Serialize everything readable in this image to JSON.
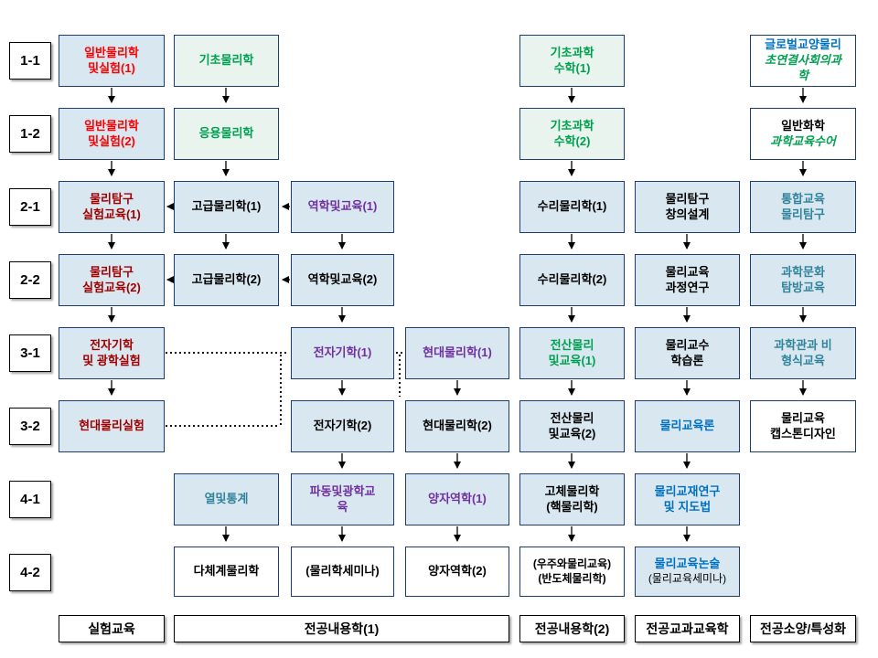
{
  "palette": {
    "box_fill_blue": "#d9e7f0",
    "box_fill_green": "#e9f4ee",
    "box_border": "#1c3d6e",
    "text_red": "#ff0000",
    "text_dark_red": "#a00000",
    "text_green": "#00a050",
    "text_purple": "#7030a0",
    "text_teal": "#31849b",
    "text_blue": "#0070c0"
  },
  "semesters": [
    "1-1",
    "1-2",
    "2-1",
    "2-2",
    "3-1",
    "3-2",
    "4-1",
    "4-2"
  ],
  "courses": {
    "general_physics_lab_1": "일반물리학\n및실험(1)",
    "general_physics_lab_2": "일반물리학\n및실험(2)",
    "physics_inquiry_exp_edu_1": "물리탐구\n실험교육(1)",
    "physics_inquiry_exp_edu_2": "물리탐구\n실험교육(2)",
    "em_optics_lab": "전자기학\n및 광학실험",
    "modern_physics_lab": "현대물리실험",
    "basic_physics": "기초물리학",
    "applied_physics": "응용물리학",
    "advanced_physics_1": "고급물리학(1)",
    "advanced_physics_2": "고급물리학(2)",
    "thermal_statistics": "열및통계",
    "many_body_physics": "다체계물리학",
    "mechanics_edu_1": "역학및교육(1)",
    "mechanics_edu_2": "역학및교육(2)",
    "electromagnetism_1": "전자기학(1)",
    "electromagnetism_2": "전자기학(2)",
    "wave_optics_edu": "파동및광학교\n육",
    "physics_seminar": "(물리학세미나)",
    "modern_physics_1": "현대물리학(1)",
    "modern_physics_2": "현대물리학(2)",
    "quantum_mechanics_1": "양자역학(1)",
    "quantum_mechanics_2": "양자역학(2)",
    "basic_science_math_1": "기초과학\n수학(1)",
    "basic_science_math_2": "기초과학\n수학(2)",
    "math_physics_1": "수리물리학(1)",
    "math_physics_2": "수리물리학(2)",
    "computational_physics_edu_1": "전산물리\n및교육(1)",
    "computational_physics_edu_2": "전산물리\n및교육(2)",
    "solid_state_nuclear": "고체물리학\n(핵물리학)",
    "space_semiconductor": "(우주와물리교육)\n(반도체물리학)",
    "physics_inquiry_creative_design": "물리탐구\n창의설계",
    "physics_edu_curriculum_research": "물리교육\n과정연구",
    "physics_teaching_learning": "물리교수\n학습론",
    "physics_education_theory": "물리교육론",
    "physics_textbook_teaching": "물리교재연구\n및 지도법",
    "physics_edu_essay_title": "물리교육논술",
    "physics_edu_essay_sub": "(물리교육세미나)",
    "global_liberal_physics_title": "글로벌교양물리",
    "global_liberal_physics_sub": "초연결사회의과\n학",
    "general_chemistry_title": "일반화학",
    "general_chemistry_sub": "과학교육수어",
    "integrated_edu_physics_inquiry": "통합교육\n물리탐구",
    "science_culture_tour_edu": "과학문화\n탐방교육",
    "science_museum_informal_edu": "과학관과 비\n형식교육",
    "physics_edu_capstone": "물리교육\n캡스톤디자인"
  },
  "categories": [
    "실험교육",
    "전공내용학(1)",
    "전공내용학(2)",
    "전공교과교육학",
    "전공소양/특성화"
  ]
}
